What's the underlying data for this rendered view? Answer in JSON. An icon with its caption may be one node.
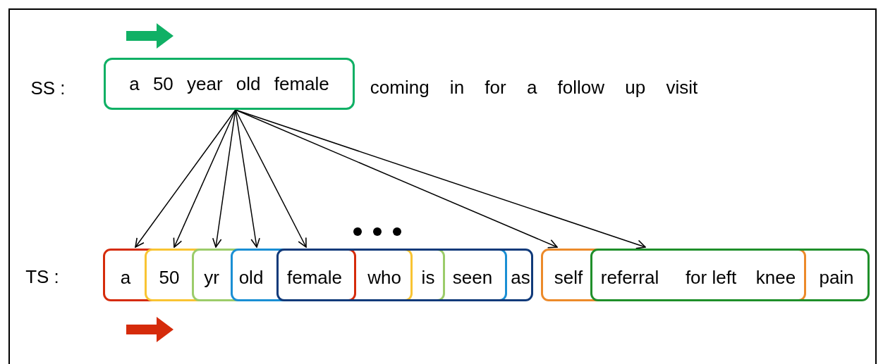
{
  "diagram": {
    "nodes": [
      {
        "text": [
          "a 50 year old female"
        ]
      },
      {
        "text": [],
        "shape": "box"
      },
      {
        "text": [],
        "shape": "box"
      },
      {
        "text": [],
        "shape": "box"
      },
      {
        "text": [],
        "shape": "box"
      },
      {
        "text": [],
        "shape": "box"
      },
      {
        "text": [],
        "shape": "box"
      },
      {
        "text": [],
        "shape": "box"
      }
    ],
    "edges": [
      {
        "from": 0,
        "to": 1,
        "arrow": "to"
      },
      {
        "from": 0,
        "to": 2,
        "arrow": "to"
      },
      {
        "from": 0,
        "to": 3,
        "arrow": "to"
      },
      {
        "from": 0,
        "to": 4,
        "arrow": "to"
      },
      {
        "from": 0,
        "to": 5,
        "arrow": "to"
      },
      {
        "from": 0,
        "to": 6,
        "arrow": "to"
      },
      {
        "from": 0,
        "to": 7,
        "arrow": "to"
      }
    ],
    "labels": [
      "SS :",
      "coming in for a follow up visit",
      "TS :",
      "a",
      "50",
      "yr",
      "old",
      "female",
      "who",
      "is",
      "seen",
      "as",
      "self",
      "referral",
      "for left",
      "knee",
      "pain"
    ]
  }
}
